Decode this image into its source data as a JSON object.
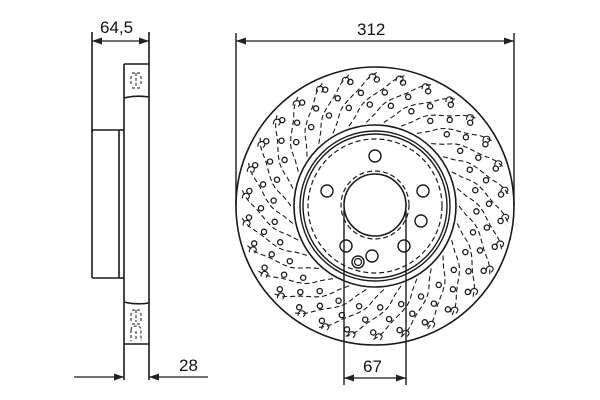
{
  "drawing": {
    "title": "Brake disc technical drawing",
    "line_color": "#1a1a1a",
    "background": "#ffffff"
  },
  "dimensions": {
    "overall_width": "64,5",
    "disc_thickness": "28",
    "outer_diameter": "312",
    "center_bore": "67"
  },
  "views": {
    "side_view": "side-profile",
    "front_view": "front-face",
    "bolt_holes": 5,
    "extra_holes": 2,
    "hole_pattern": "cross-drilled with curved vanes"
  }
}
